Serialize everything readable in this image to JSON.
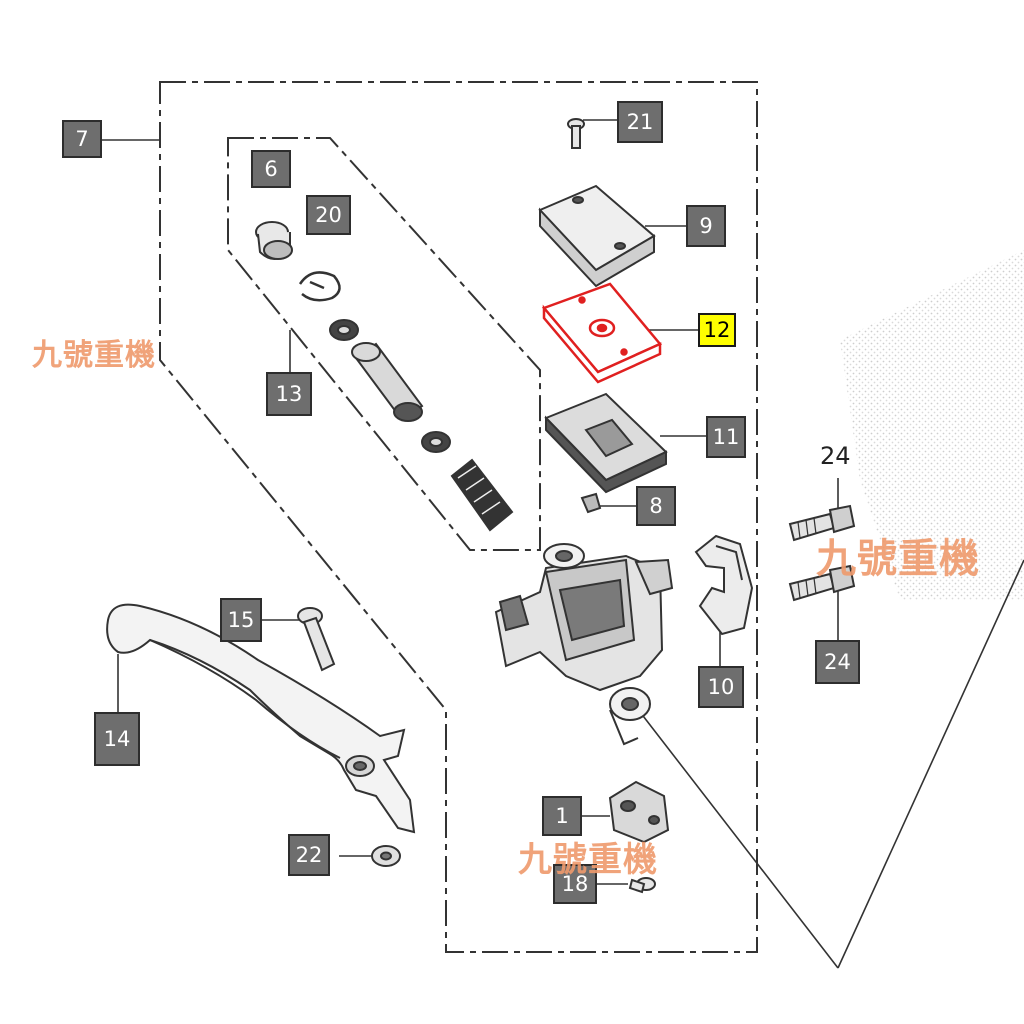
{
  "diagram": {
    "callouts": [
      {
        "id": "7",
        "label": "7"
      },
      {
        "id": "6",
        "label": "6"
      },
      {
        "id": "20",
        "label": "20"
      },
      {
        "id": "13",
        "label": "13"
      },
      {
        "id": "21",
        "label": "21"
      },
      {
        "id": "9",
        "label": "9"
      },
      {
        "id": "12",
        "label": "12",
        "highlighted": true
      },
      {
        "id": "11",
        "label": "11"
      },
      {
        "id": "8",
        "label": "8"
      },
      {
        "id": "10",
        "label": "10"
      },
      {
        "id": "15",
        "label": "15"
      },
      {
        "id": "14",
        "label": "14"
      },
      {
        "id": "1",
        "label": "1"
      },
      {
        "id": "18",
        "label": "18"
      },
      {
        "id": "22",
        "label": "22"
      },
      {
        "id": "24b",
        "label": "24"
      }
    ],
    "plain_labels": [
      {
        "id": "24a",
        "label": "24"
      }
    ],
    "watermark_text": "九號重機",
    "colors": {
      "callout_fill": "#6e6e6e",
      "highlight_fill": "#ffff00",
      "highlight_part": "#e02020",
      "line": "#333333",
      "watermark": "#ef9a6c"
    }
  }
}
